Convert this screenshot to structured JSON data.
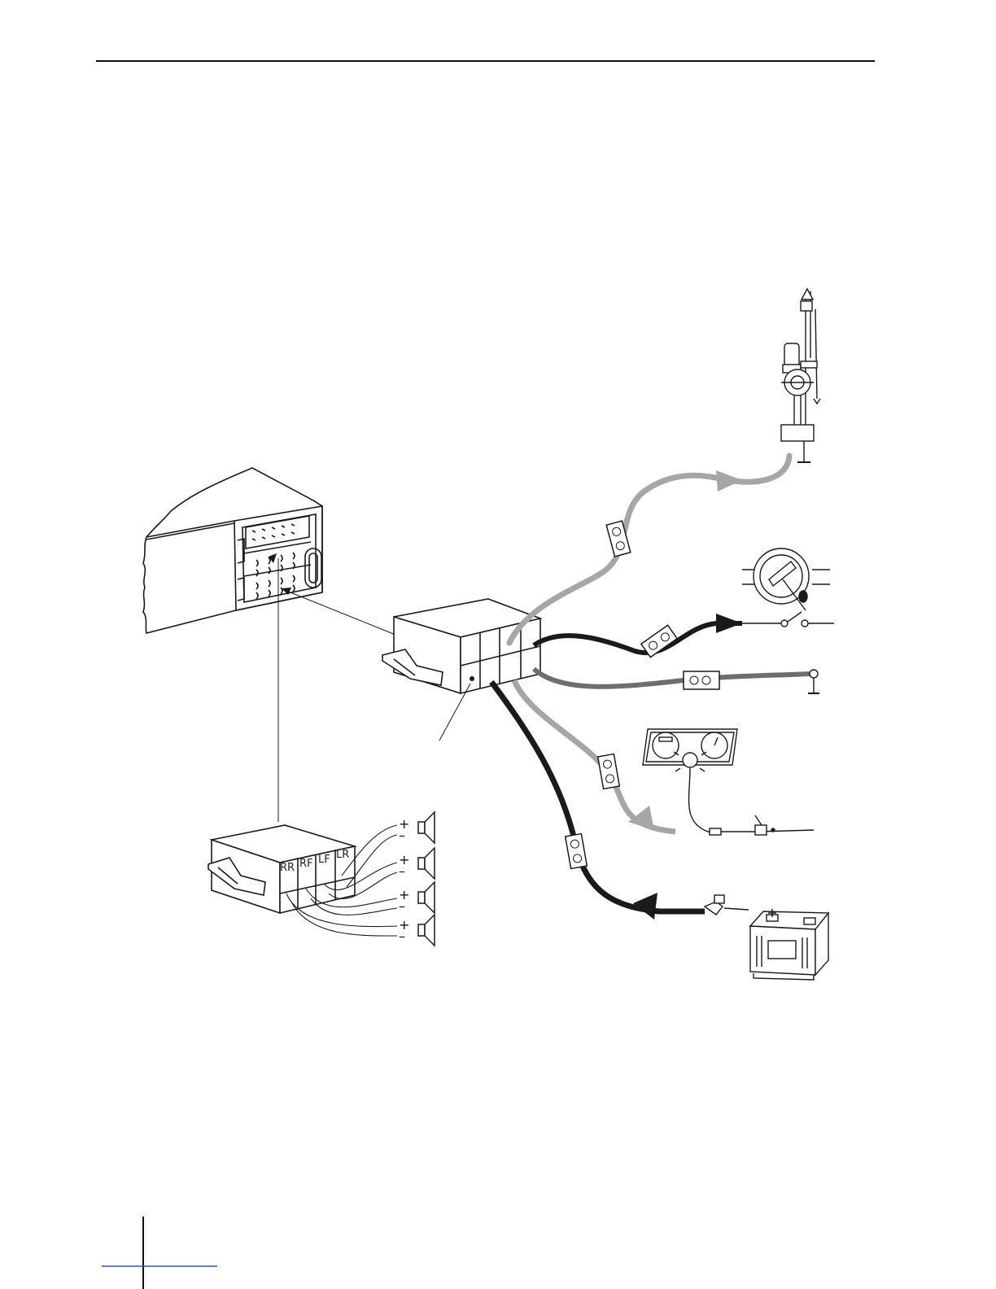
{
  "channels": [
    "RR",
    "RF",
    "LF",
    "LR"
  ],
  "polarity": {
    "plus": "+",
    "minus": "–"
  },
  "colors": {
    "line": "#1a1a1a",
    "wire_light": "#a6a6a6",
    "wire_mid": "#6e6e6e",
    "wire_dark": "#1a1a1a",
    "accent": "#3355cc"
  },
  "icons": [
    "antenna-icon",
    "ignition-switch-icon",
    "ground-icon",
    "dashboard-gauge-icon",
    "battery-icon",
    "speaker-icon"
  ]
}
